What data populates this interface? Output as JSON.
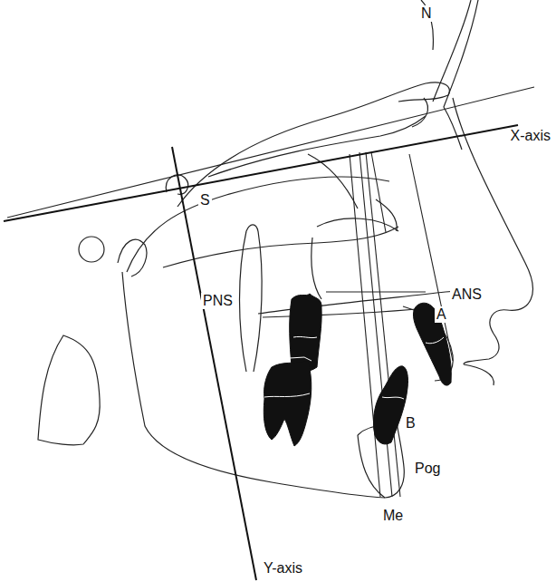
{
  "diagram": {
    "labels": [
      "N",
      "X-axis",
      "S",
      "PNS",
      "ANS",
      "A",
      "B",
      "Pog",
      "Me",
      "Y-axis"
    ]
  }
}
